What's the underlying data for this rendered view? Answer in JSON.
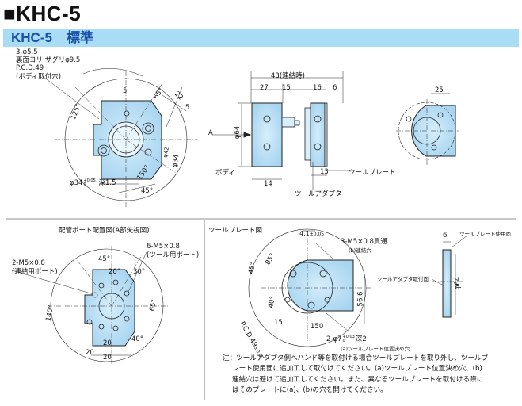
{
  "title": "■KHC-5",
  "band": {
    "model": "KHC-5",
    "variant": "標準"
  },
  "main_view": {
    "callout": [
      "3-φ5.5",
      "裏面ヨリ ザグリφ9.5",
      "P.C.D.49",
      "(ボディ取付穴)"
    ],
    "dims": [
      "125°",
      "5",
      "65°",
      "22",
      "5",
      "φ42",
      "φ34",
      "150°",
      "45°",
      "φ34",
      "深1.5"
    ],
    "dia34_tol": [
      "+0.05",
      "0"
    ]
  },
  "side_view": {
    "dims": [
      "43(連結時)",
      "27",
      "15",
      "16",
      "6",
      "φ64",
      "14",
      "13"
    ],
    "arrow_label": "A",
    "labels": {
      "body": "ボディ",
      "tool_plate": "ツールプレート",
      "tool_adapter": "ツールアダプタ"
    }
  },
  "right_view": {
    "dims": [
      "25"
    ]
  },
  "port_view": {
    "title": "配管ポート配置図(A部矢視図)",
    "labels": [
      "2-M5×0.8",
      "(連結用ポート)",
      "6-M5×0.8",
      "(ツール用ポート)"
    ],
    "dims": [
      "45°",
      "20°",
      "30°",
      "65°",
      "140°",
      "40°",
      "20",
      "20",
      "20"
    ]
  },
  "tool_plate_view": {
    "title": "ツールプレート図",
    "labels": [
      "3-M5×0.8貫通",
      "(b)連結穴",
      "ツールアダプタ取付面",
      "2-φ7",
      "深2",
      "(a)ツールプレート位置決め穴",
      "ツールプレート使用面"
    ],
    "phi7_tol": [
      "+0.03",
      "0"
    ],
    "dims": [
      "4.1",
      "±0.05",
      "45°",
      "85°",
      "40°",
      "56.6",
      "15",
      "P.C.D.49",
      "±0.02",
      "150",
      "6",
      "φ64"
    ]
  },
  "note": [
    "注：ツールアダプタ側へハンド等を取付ける場合ツールプレートを取り外し、ツールプ",
    "レート使用面に追加工して取付けてください。(a)ツールプレート位置決め穴、(b)",
    "連結穴は避けて追加工してください。また、異なるツールプレートを取付ける際に",
    "はそのプレートに(a)、(b)の穴を開けてください。"
  ]
}
